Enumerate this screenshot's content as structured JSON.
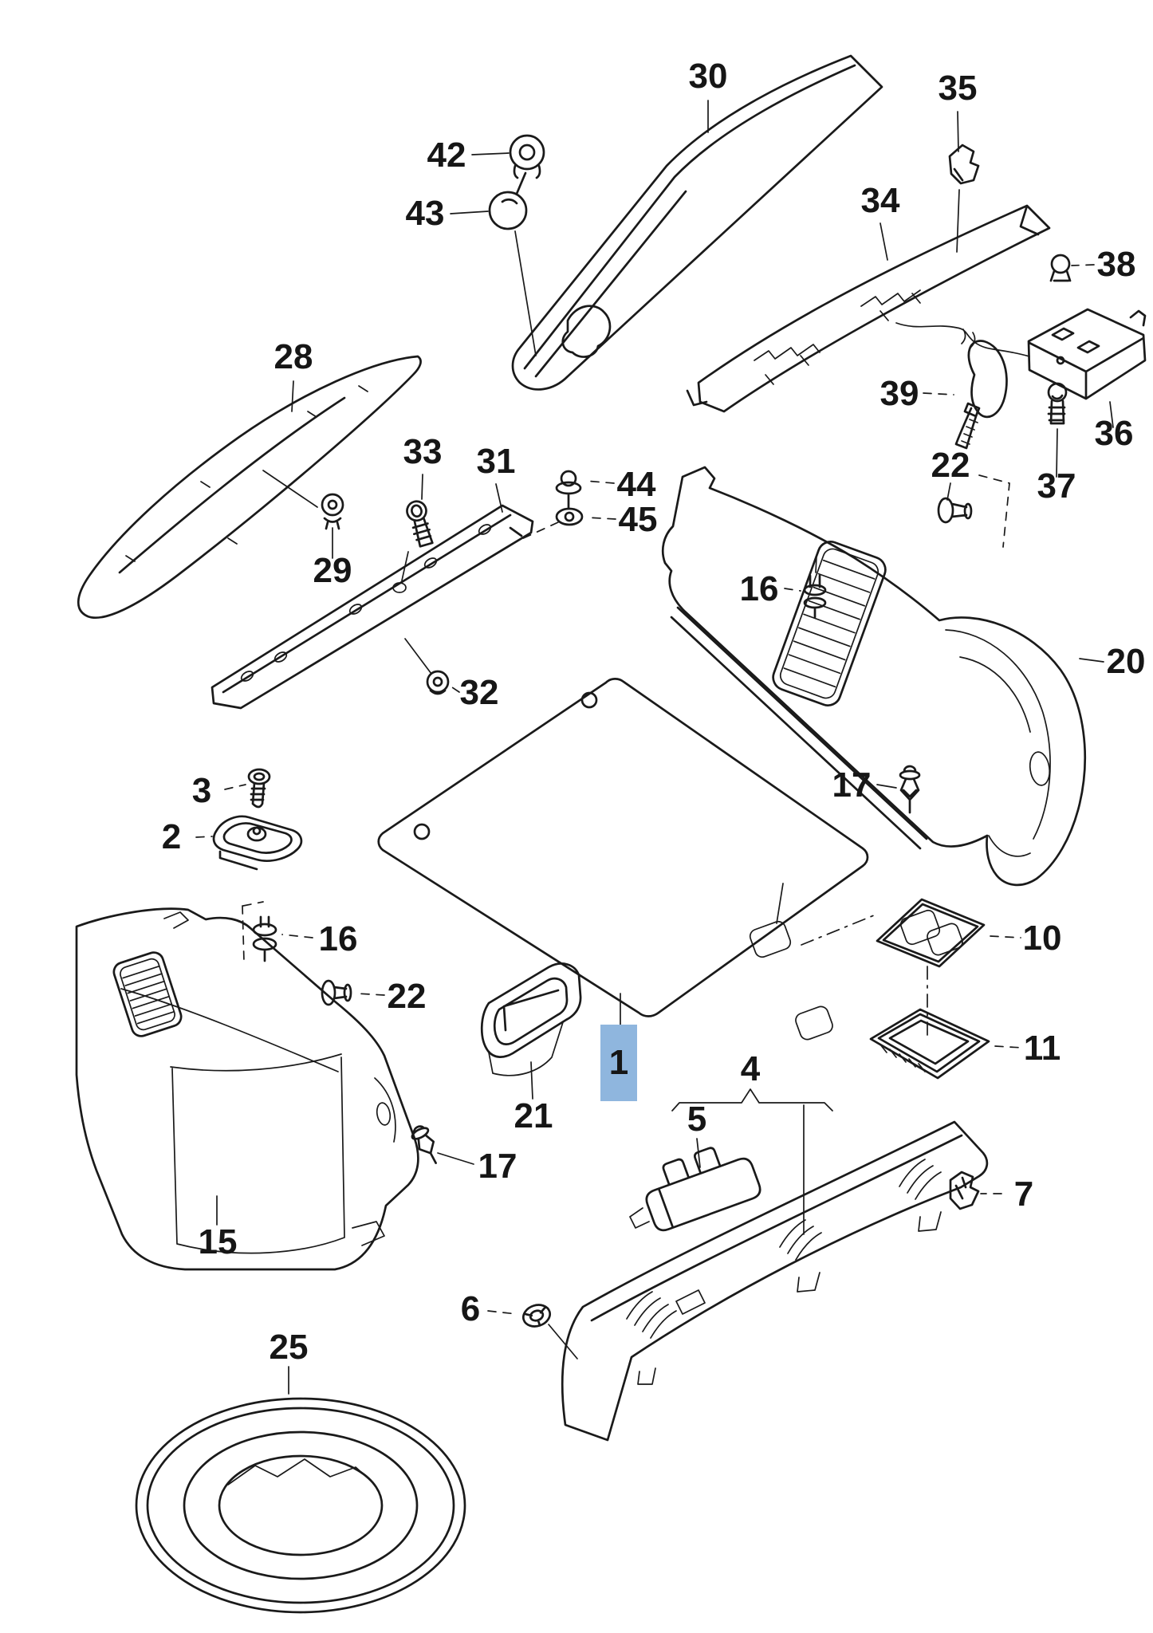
{
  "diagram": {
    "type": "exploded-parts-diagram",
    "background": "#ffffff",
    "line_color": "#1a1a1a",
    "highlight": {
      "color": "#8fb6de",
      "text_color": "#142c47"
    },
    "callouts": [
      {
        "label": "42"
      },
      {
        "label": "43"
      },
      {
        "label": "30"
      },
      {
        "label": "35"
      },
      {
        "label": "34"
      },
      {
        "label": "38"
      },
      {
        "label": "39"
      },
      {
        "label": "36"
      },
      {
        "label": "37"
      },
      {
        "label": "28"
      },
      {
        "label": "29"
      },
      {
        "label": "33"
      },
      {
        "label": "31"
      },
      {
        "label": "44"
      },
      {
        "label": "45"
      },
      {
        "label": "22"
      },
      {
        "label": "16"
      },
      {
        "label": "20"
      },
      {
        "label": "32"
      },
      {
        "label": "17"
      },
      {
        "label": "3"
      },
      {
        "label": "2"
      },
      {
        "label": "16"
      },
      {
        "label": "22"
      },
      {
        "label": "10"
      },
      {
        "label": "11"
      },
      {
        "label": "21"
      },
      {
        "label": "1",
        "highlighted": true
      },
      {
        "label": "4"
      },
      {
        "label": "5"
      },
      {
        "label": "17"
      },
      {
        "label": "15"
      },
      {
        "label": "7"
      },
      {
        "label": "6"
      },
      {
        "label": "25"
      }
    ]
  }
}
